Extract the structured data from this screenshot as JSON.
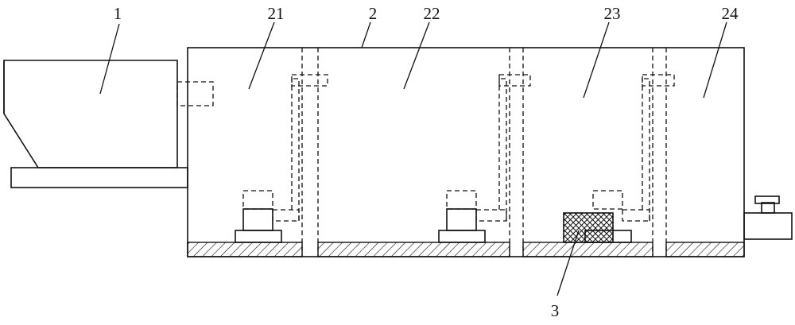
{
  "labels": {
    "hopper": "1",
    "tank": "2",
    "chamber_1": "21",
    "chamber_2": "22",
    "chamber_3": "23",
    "chamber_4": "24",
    "block": "3"
  }
}
